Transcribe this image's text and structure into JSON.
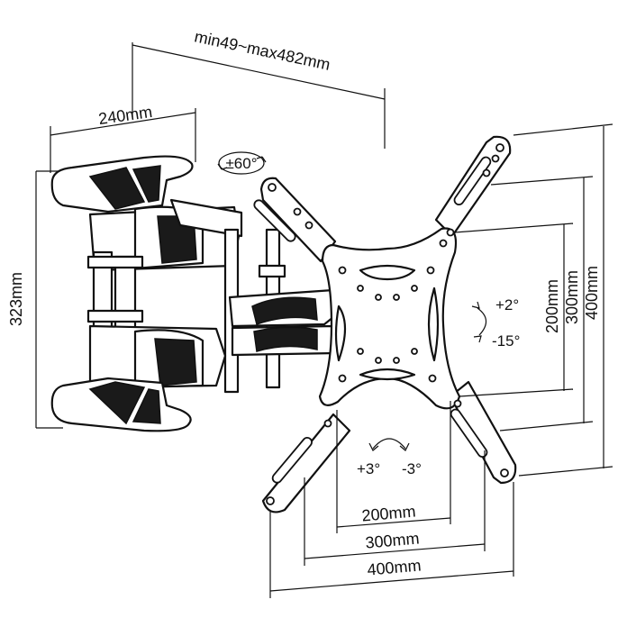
{
  "dimensions": {
    "arm_extension": "min49~max482mm",
    "arm_width": "240mm",
    "wall_plate_height": "323mm",
    "swivel": "±60°",
    "tilt_up": "+2°",
    "tilt_down": "-15°",
    "roll_left": "+3°",
    "roll_right": "-3°",
    "vesa_h_200": "200mm",
    "vesa_h_300": "300mm",
    "vesa_h_400": "400mm",
    "vesa_v_200": "200mm",
    "vesa_v_300": "300mm",
    "vesa_v_400": "400mm"
  },
  "colors": {
    "line": "#111111",
    "background": "#ffffff",
    "shade": "#1a1a1a"
  }
}
